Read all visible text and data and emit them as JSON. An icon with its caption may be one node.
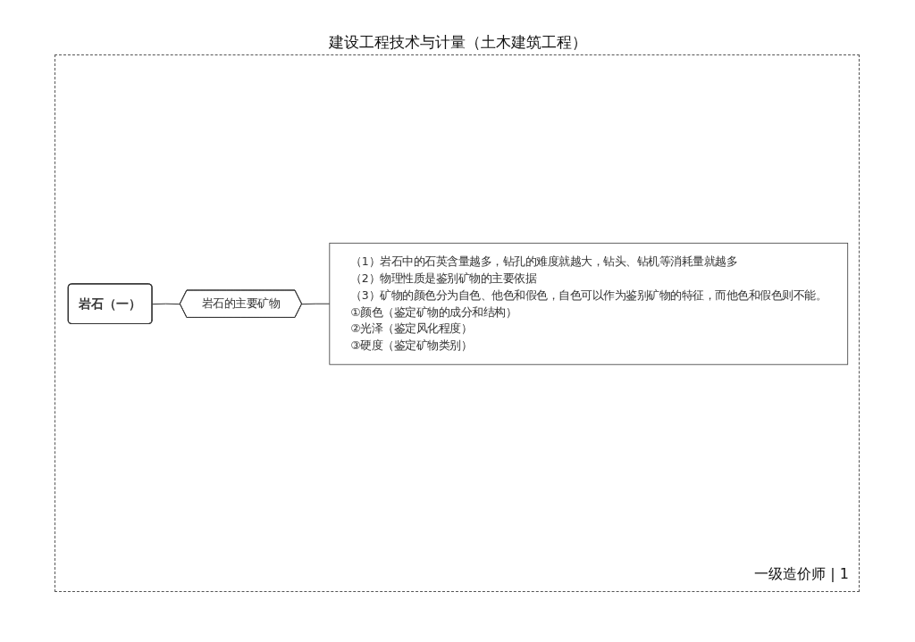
{
  "diagram": {
    "title": "建设工程技术与计量（土木建筑工程）",
    "nodes": [
      {
        "text": [
          "岩石（一）"
        ]
      },
      {
        "text": [
          "岩石的主要矿物"
        ]
      },
      {
        "text": [
          "（1）岩石中的石英含量越多，钻孔的难度就越大，钻头、钻机等消耗量就越多",
          "（2）物理性质是鉴别矿物的主要依据",
          "（3）矿物的颜色分为自色、他色和假色，自色可以作为鉴别矿物的特征，而他色和假色则不能。",
          "①颜色（鉴定矿物的成分和结构）",
          "②光泽（鉴定风化程度）",
          "③硬度（鉴定矿物类别）"
        ]
      }
    ],
    "edges": [
      {
        "from": 0,
        "to": 1,
        "arrow": "none"
      },
      {
        "from": 1,
        "to": 2,
        "arrow": "none"
      }
    ],
    "labels": [
      "一级造价师 | 1"
    ]
  }
}
